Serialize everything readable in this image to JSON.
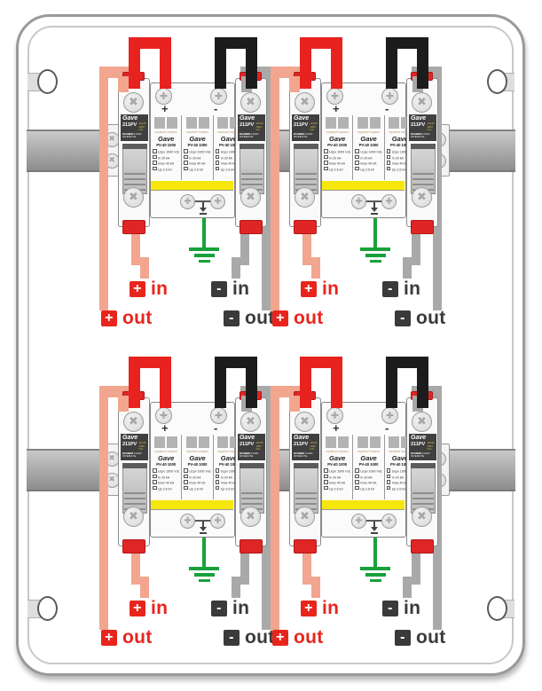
{
  "diagram_labels": {
    "plus_glyph": "+",
    "minus_glyph": "-",
    "in_text": "in",
    "out_text": "out"
  },
  "unit_labels": {
    "brand": "Gave",
    "fuse_model": "211PV",
    "fuse_size": "10x38",
    "fuse_voltage": "1000 Vdc",
    "fuse_warning_line1": "DO NOT OPERATE",
    "fuse_warning_line2": "UNDER LOAD",
    "module_plus": "+",
    "module_minus": "-",
    "spd_model": "PV-40 1000",
    "spd_status_header": "repaired  replace",
    "spd_spec_lines": [
      "Ucpv  1000 Vdc",
      "In  20 kA",
      "Imax  40 kA",
      "Up  2.6 kV"
    ]
  },
  "units": [
    {
      "name": "surge-protection-unit-1"
    },
    {
      "name": "surge-protection-unit-2"
    },
    {
      "name": "surge-protection-unit-3"
    },
    {
      "name": "surge-protection-unit-4"
    }
  ],
  "colors": {
    "positive_wire": "#e8231f",
    "negative_wire": "#1c1c1c",
    "positive_out_wire": "#f2a58f",
    "negative_out_wire": "#a9a9a9",
    "ground_green": "#18a13b",
    "label_red": "#e8251c",
    "label_dark": "#3a3a3a",
    "terminal_cap": "#e02525",
    "spd_stripe": "#f6e70a"
  }
}
